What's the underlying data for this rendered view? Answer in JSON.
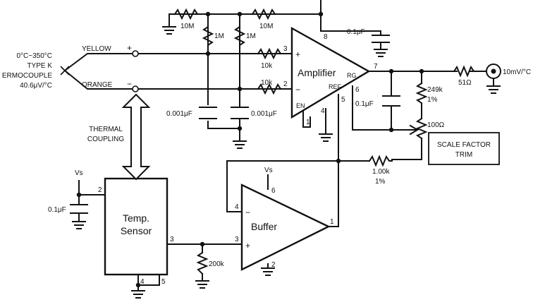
{
  "thermocouple": {
    "range": "0°C~350°C",
    "type": "TYPE K",
    "name": "ERMOCOUPLE",
    "sensitivity": "40.6μV/°C",
    "wire_pos": "YELLOW",
    "wire_neg": "ORANGE"
  },
  "coupling": {
    "line1": "THERMAL",
    "line2": "COUPLING"
  },
  "amplifier": {
    "name": "Amplifier",
    "rg": "RG",
    "ref": "REF",
    "en": "EN",
    "plus": "+",
    "minus": "−"
  },
  "buffer": {
    "name": "Buffer",
    "plus": "+",
    "minus": "−"
  },
  "sensor": {
    "line1": "Temp.",
    "line2": "Sensor"
  },
  "trim_box": {
    "line1": "SCALE FACTOR",
    "line2": "TRIM"
  },
  "output": {
    "label": "10mV/°C"
  },
  "supply": {
    "vs": "Vs"
  },
  "input_signs": {
    "plus": "+",
    "minus": "−"
  },
  "components": {
    "r_top_left": "10M",
    "r_top_right": "10M",
    "r_1m_a": "1M",
    "r_1m_b": "1M",
    "r_in_pos": "10k",
    "r_in_neg": "10k",
    "c_in_a": "0.001μF",
    "c_in_b": "0.001μF",
    "c_supply": "0.1μF",
    "c_rg": "0.1μF",
    "r_249k": "249k",
    "r_249k_tol": "1%",
    "r_100ohm": "100Ω",
    "r_out": "51Ω",
    "r_1k": "1.00k",
    "r_1k_tol": "1%",
    "c_vs_sensor": "0.1μF",
    "r_200k": "200k"
  },
  "pins": {
    "amp_in_pos": "3",
    "amp_in_neg": "2",
    "amp_v": "8",
    "amp_out": "7",
    "amp_ref": "6",
    "amp_p5": "5",
    "amp_p4": "4",
    "amp_p1": "1",
    "buf_neg": "4",
    "buf_pos": "3",
    "buf_v": "6",
    "buf_out": "1",
    "buf_gnd": "2",
    "sen_vs": "2",
    "sen_out": "3",
    "sen_p4": "4",
    "sen_p5": "5"
  }
}
